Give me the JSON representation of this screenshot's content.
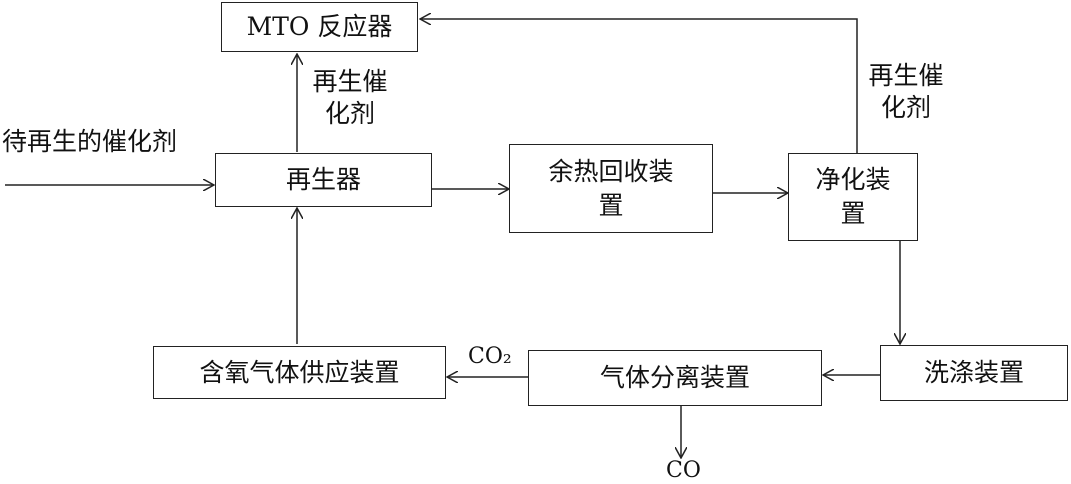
{
  "nodes": {
    "mto_reactor": "MTO 反应器",
    "regenerator": "再生器",
    "waste_heat": "余热回收装置",
    "purifier": "净化装置",
    "washer": "洗涤装置",
    "gas_separator": "气体分离装置",
    "oxygen_supply": "含氧气体供应装置"
  },
  "labels": {
    "spent_catalyst": "待再生的催化剂",
    "regen_catalyst_left": "再生催化剂",
    "regen_catalyst_right": "再生催化剂",
    "co2": "CO₂",
    "co": "CO"
  }
}
